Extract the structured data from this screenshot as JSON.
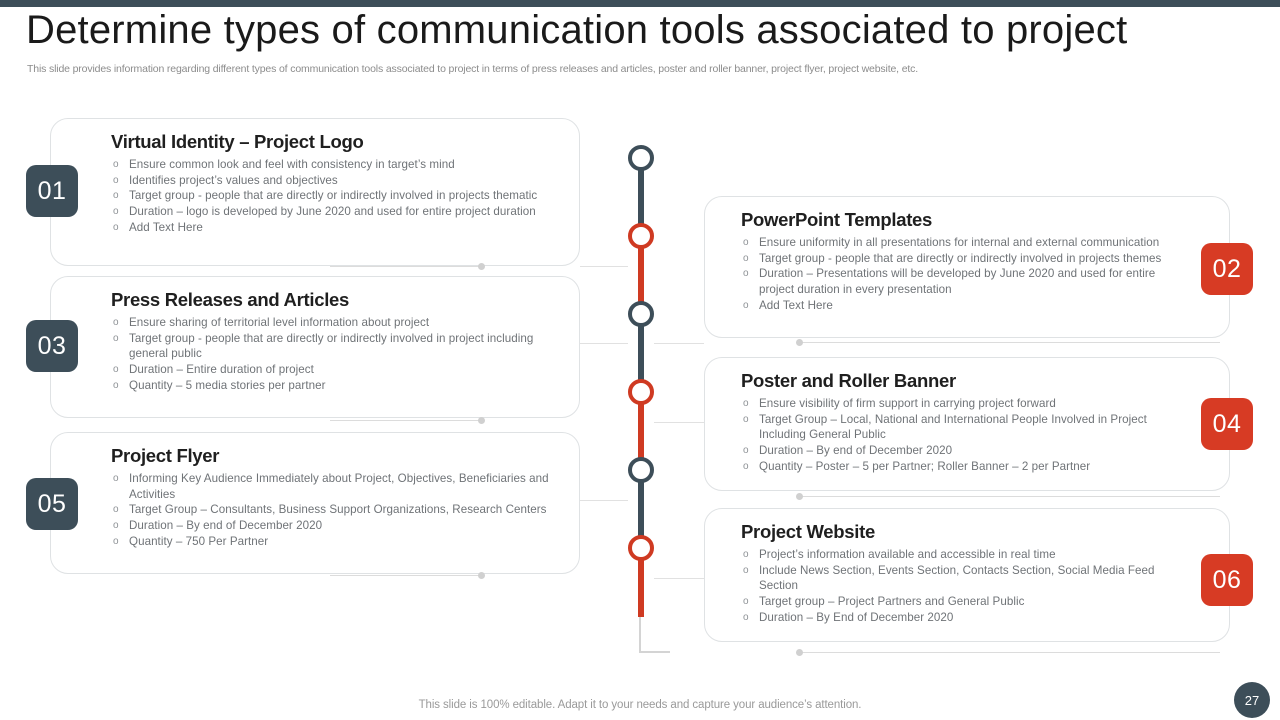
{
  "header": {
    "title": "Determine types of communication tools associated to project",
    "subtitle": "This slide provides information regarding different types of communication tools associated to project in terms of press releases and articles, poster and roller banner, project flyer,  project website, etc."
  },
  "colors": {
    "dark": "#3D4E59",
    "red": "#D73B24",
    "timeline_red": "#CF3A22",
    "card_border": "#DFE2E4",
    "body_text": "#6F7377",
    "title_text": "#1F1F1F"
  },
  "cards": [
    {
      "number": "01",
      "badge_color": "dark",
      "side": "left",
      "title": "Virtual Identity – Project Logo",
      "bullets": [
        "Ensure common look and feel with consistency in target’s mind",
        "Identifies  project’s values  and objectives",
        "Target  group - people that are directly or indirectly involved  in projects thematic",
        "Duration – logo is developed  by June 2020 and used for entire project duration",
        "Add Text Here"
      ]
    },
    {
      "number": "02",
      "badge_color": "red",
      "side": "right",
      "title": "PowerPoint Templates",
      "bullets": [
        "Ensure uniformity in all presentations  for internal and external communication",
        "Target  group - people that are directly or indirectly involved  in projects themes",
        "Duration – Presentations will be developed  by June 2020 and used for entire project duration  in every  presentation",
        "Add Text Here"
      ]
    },
    {
      "number": "03",
      "badge_color": "dark",
      "side": "left",
      "title": "Press Releases and Articles",
      "bullets": [
        "Ensure sharing of territorial level information  about project",
        "Target  group - people that are directly or indirectly involved  in project including general  public",
        "Duration – Entire duration  of project",
        "Quantity – 5 media stories per partner"
      ]
    },
    {
      "number": "04",
      "badge_color": "red",
      "side": "right",
      "title": "Poster and Roller Banner",
      "bullets": [
        "Ensure visibility of firm support in carrying project forward",
        "Target Group – Local, National and International  People Involved  in Project Including  General Public",
        "Duration – By end of December  2020",
        "Quantity – Poster – 5 per Partner; Roller Banner – 2 per Partner"
      ]
    },
    {
      "number": "05",
      "badge_color": "dark",
      "side": "left",
      "title": "Project Flyer",
      "bullets": [
        "Informing  Key Audience Immediately  about Project, Objectives, Beneficiaries and Activities",
        "Target  Group – Consultants,  Business Support Organizations, Research Centers",
        "Duration  – By end of December  2020",
        "Quantity – 750 Per Partner"
      ]
    },
    {
      "number": "06",
      "badge_color": "red",
      "side": "right",
      "title": "Project Website",
      "bullets": [
        "Project’s information available  and accessible in real time",
        "Include News Section, Events Section, Contacts Section, Social Media Feed Section",
        "Target  group – Project Partners and General  Public",
        "Duration – By End of December  2020"
      ]
    }
  ],
  "timeline": {
    "nodes": [
      {
        "color": "dark"
      },
      {
        "color": "red"
      },
      {
        "color": "dark"
      },
      {
        "color": "red"
      },
      {
        "color": "dark"
      },
      {
        "color": "red"
      }
    ]
  },
  "footer": {
    "note": "This slide is 100% editable. Adapt it to your needs and capture your audience’s attention.",
    "page_number": "27"
  }
}
